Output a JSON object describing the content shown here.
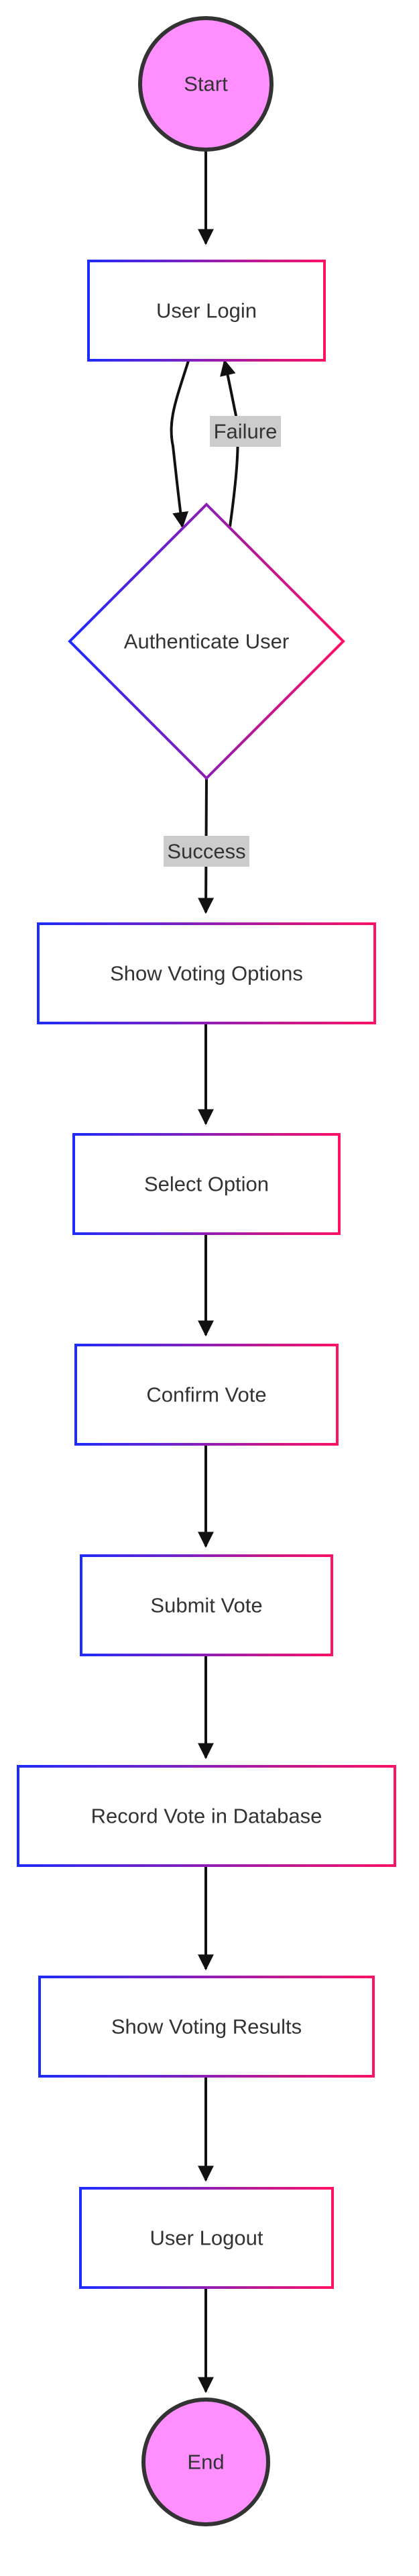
{
  "nodes": {
    "start": "Start",
    "login": "User Login",
    "auth": "Authenticate User",
    "options": "Show Voting Options",
    "select": "Select Option",
    "confirm": "Confirm Vote",
    "submit": "Submit Vote",
    "record": "Record Vote in Database",
    "results": "Show Voting Results",
    "logout": "User Logout",
    "end": "End"
  },
  "edges": {
    "failure": "Failure",
    "success": "Success"
  },
  "colors": {
    "terminal_fill": "#FF8FFF",
    "terminal_stroke": "#333333",
    "gradient_start": "#1E2BFF",
    "gradient_end": "#FF1166",
    "edge_label_bg": "#CCCCCC",
    "arrow": "#111111"
  }
}
